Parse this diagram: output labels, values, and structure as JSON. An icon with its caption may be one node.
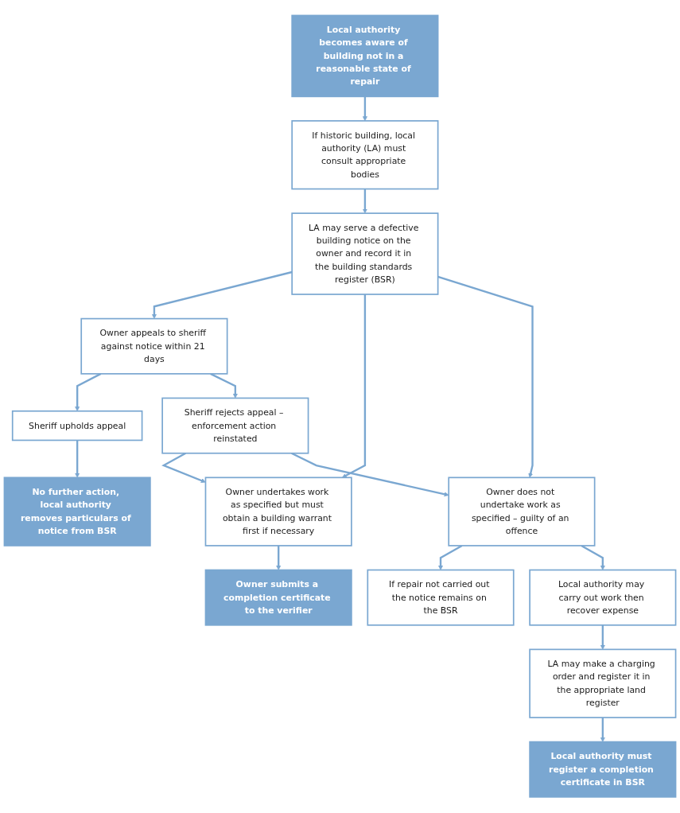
{
  "diagram": {
    "nodes": [
      {
        "text": [
          "Local authority becomes aware of building not in a reasonable state of repair"
        ]
      },
      {
        "text": [
          "If historic building, local authority (LA) must consult appropriate bodies"
        ]
      },
      {
        "text": [
          "LA may serve a defective building notice on the owner and record it in the building standards register (BSR)"
        ]
      },
      {
        "text": [
          "Owner appeals to sheriff against notice within 21 days"
        ]
      },
      {
        "text": [
          "Owner undertakes work as specified but must obtain a building warrant first if necessary"
        ]
      },
      {
        "text": [
          "Owner does not undertake work as specified – guilty of an offence"
        ]
      },
      {
        "text": [
          "Sheriff upholds appeal"
        ]
      },
      {
        "text": [
          "Sheriff rejects appeal – enforcement action reinstated"
        ]
      },
      {
        "text": [
          "If repair not carried out the notice remains on the BSR"
        ]
      },
      {
        "text": [
          "Local authority may carry out work then recover expense"
        ]
      },
      {
        "text": [
          "LA may make a charging order and register it in the appropriate land register"
        ]
      },
      {
        "text": [
          "No further action, local authority removes particulars of notice from BSR"
        ]
      },
      {
        "text": [
          "Owner submits a completion certificate to the verifier"
        ]
      },
      {
        "text": [
          "Local authority must register a completion certificate in BSR"
        ]
      }
    ],
    "edges": [
      {
        "from": 0,
        "to": 1,
        "arrow": "to"
      },
      {
        "from": 1,
        "to": 2,
        "arrow": "to"
      },
      {
        "from": 2,
        "to": 3,
        "arrow": "to"
      },
      {
        "from": 2,
        "to": 4,
        "arrow": "to"
      },
      {
        "from": 2,
        "to": 5,
        "arrow": "to"
      },
      {
        "from": 3,
        "to": 6,
        "arrow": "to"
      },
      {
        "from": 3,
        "to": 7,
        "arrow": "to"
      },
      {
        "from": 7,
        "to": 4,
        "arrow": "to"
      },
      {
        "from": 7,
        "to": 5,
        "arrow": "to"
      },
      {
        "from": 4,
        "to": 12,
        "arrow": "to"
      },
      {
        "from": 5,
        "to": 8,
        "arrow": "to"
      },
      {
        "from": 5,
        "to": 9,
        "arrow": "to"
      },
      {
        "from": 9,
        "to": 10,
        "arrow": "to"
      },
      {
        "from": 10,
        "to": 13,
        "arrow": "to"
      },
      {
        "from": 6,
        "to": 11,
        "arrow": "to"
      }
    ]
  }
}
